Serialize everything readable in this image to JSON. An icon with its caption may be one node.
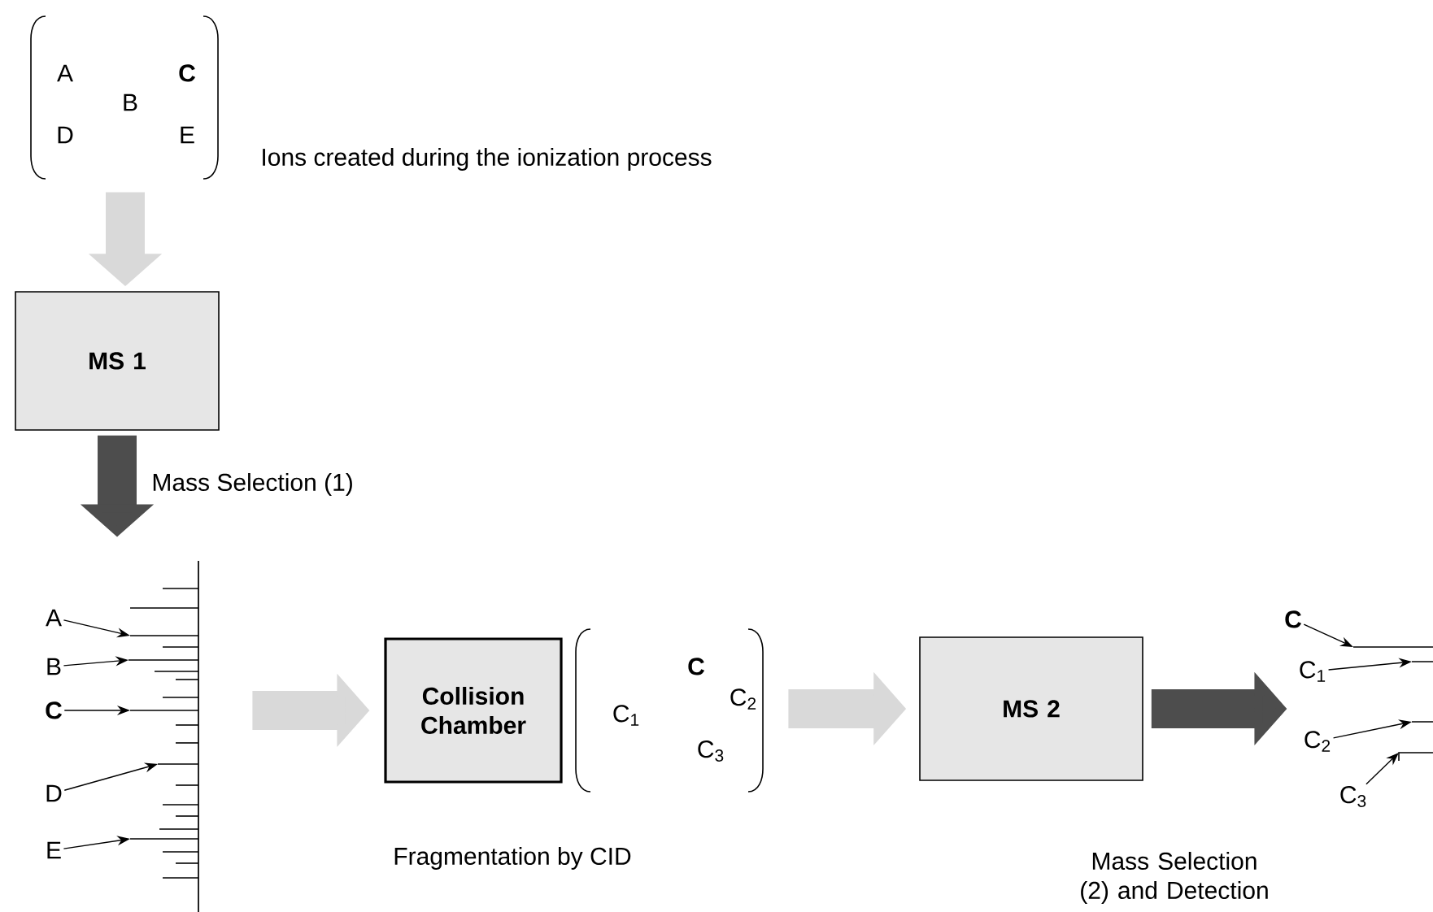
{
  "diagram": {
    "nodes": [
      {
        "text": [
          "A",
          "C",
          "B",
          "D",
          "E"
        ]
      },
      {
        "text": [
          "MS 1"
        ]
      },
      {
        "text": [],
        "shape": "picture"
      },
      {
        "text": [
          "A"
        ]
      },
      {
        "text": [
          "B"
        ]
      },
      {
        "text": [
          "C"
        ]
      },
      {
        "text": [
          "D"
        ]
      },
      {
        "text": [
          "E"
        ]
      },
      {
        "text": [
          "Collision Chamber"
        ]
      },
      {
        "text": [
          "C",
          "C$_{2}$",
          "C$_{1}$",
          "C$_{3}$"
        ]
      },
      {
        "text": [
          "MS 2"
        ]
      },
      {
        "text": [],
        "shape": "picture"
      },
      {
        "text": [
          "C"
        ]
      },
      {
        "text": [
          "C$_{1}$"
        ]
      },
      {
        "text": [
          "C$_{2}$"
        ]
      },
      {
        "text": [
          "C$_{3}$"
        ]
      }
    ],
    "edges": [
      {
        "from": 0,
        "to": 1,
        "arrow": "to",
        "style": "thick",
        "color": "#d9d9d9"
      },
      {
        "from": 1,
        "to": 2,
        "arrow": "to",
        "style": "thick",
        "color": "#4d4d4d",
        "label": "Mass Selection (1)"
      },
      {
        "from": 2,
        "to": 8,
        "arrow": "to",
        "style": "thick",
        "color": "#d9d9d9"
      },
      {
        "from": 9,
        "to": 10,
        "arrow": "to",
        "style": "thick",
        "color": "#d9d9d9"
      },
      {
        "from": 10,
        "to": 13,
        "arrow": "to",
        "style": "thick",
        "color": "#4d4d4d"
      },
      {
        "from": 3,
        "to": 2,
        "arrow": "to"
      },
      {
        "from": 4,
        "to": 2,
        "arrow": "to"
      },
      {
        "from": 5,
        "to": 2,
        "arrow": "to"
      },
      {
        "from": 6,
        "to": 2,
        "arrow": "to"
      },
      {
        "from": 7,
        "to": 2,
        "arrow": "to"
      },
      {
        "from": 12,
        "to": 11,
        "arrow": "to"
      },
      {
        "from": 13,
        "to": 11,
        "arrow": "to"
      },
      {
        "from": 14,
        "to": 11,
        "arrow": "to"
      },
      {
        "from": 15,
        "to": 11,
        "arrow": "to"
      }
    ],
    "labels": [
      "Ions created during the ionization process",
      "Fragmentation by CID",
      "Mass Selection (2) and Detection"
    ]
  }
}
